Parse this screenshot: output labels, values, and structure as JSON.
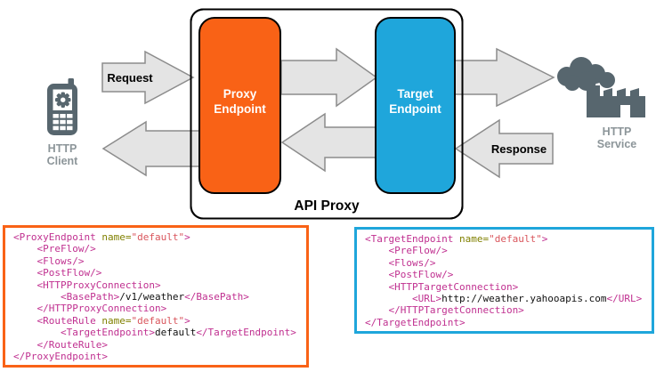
{
  "diagram": {
    "api_proxy_label": "API Proxy",
    "proxy_endpoint_label": [
      "Proxy",
      "Endpoint"
    ],
    "target_endpoint_label": [
      "Target",
      "Endpoint"
    ],
    "request_label": "Request",
    "response_label": "Response",
    "http_client_label": [
      "HTTP",
      "Client"
    ],
    "http_service_label": [
      "HTTP",
      "Service"
    ],
    "colors": {
      "proxy_orange": "#F96216",
      "target_blue": "#1FA6DB",
      "arrow_fill": "#E4E4E4",
      "arrow_stroke": "#8C8C8C",
      "container_stroke": "#000000",
      "icon_gray": "#57666E",
      "icon_label_gray": "#8C9599",
      "label_black": "#000000",
      "endpoint_text": "#FFFFFF"
    }
  },
  "code_blocks": [
    {
      "dom": "proxy-endpoint-code-block",
      "title": "ProxyEndpoint XML",
      "border_color": "#F96216",
      "lines": [
        [
          [
            "t",
            "<ProxyEndpoint "
          ],
          [
            "a",
            "name="
          ],
          [
            "v",
            "\"default\""
          ],
          [
            "t",
            ">"
          ]
        ],
        [
          [
            "t",
            "    <PreFlow/>"
          ]
        ],
        [
          [
            "t",
            "    <Flows/>"
          ]
        ],
        [
          [
            "t",
            "    <PostFlow/>"
          ]
        ],
        [
          [
            "t",
            "    <HTTPProxyConnection>"
          ]
        ],
        [
          [
            "t",
            "        <BasePath>"
          ],
          [
            "p",
            "/v1/weather"
          ],
          [
            "t",
            "</BasePath>"
          ]
        ],
        [
          [
            "t",
            "    </HTTPProxyConnection>"
          ]
        ],
        [
          [
            "t",
            "    <RouteRule "
          ],
          [
            "a",
            "name="
          ],
          [
            "v",
            "\"default\""
          ],
          [
            "t",
            ">"
          ]
        ],
        [
          [
            "t",
            "        <TargetEndpoint>"
          ],
          [
            "p",
            "default"
          ],
          [
            "t",
            "</TargetEndpoint>"
          ]
        ],
        [
          [
            "t",
            "    </RouteRule>"
          ]
        ],
        [
          [
            "t",
            "</ProxyEndpoint>"
          ]
        ]
      ]
    },
    {
      "dom": "target-endpoint-code-block",
      "title": "TargetEndpoint XML",
      "border_color": "#1FA6DB",
      "lines": [
        [
          [
            "t",
            "<TargetEndpoint "
          ],
          [
            "a",
            "name="
          ],
          [
            "v",
            "\"default\""
          ],
          [
            "t",
            ">"
          ]
        ],
        [
          [
            "t",
            "    <PreFlow/>"
          ]
        ],
        [
          [
            "t",
            "    <Flows/>"
          ]
        ],
        [
          [
            "t",
            "    <PostFlow/>"
          ]
        ],
        [
          [
            "t",
            "    <HTTPTargetConnection>"
          ]
        ],
        [
          [
            "t",
            "        <URL>"
          ],
          [
            "p",
            "http://weather.yahooapis.com"
          ],
          [
            "t",
            "</URL>"
          ]
        ],
        [
          [
            "t",
            "    </HTTPTargetConnection>"
          ]
        ],
        [
          [
            "t",
            "</TargetEndpoint>"
          ]
        ]
      ]
    }
  ]
}
